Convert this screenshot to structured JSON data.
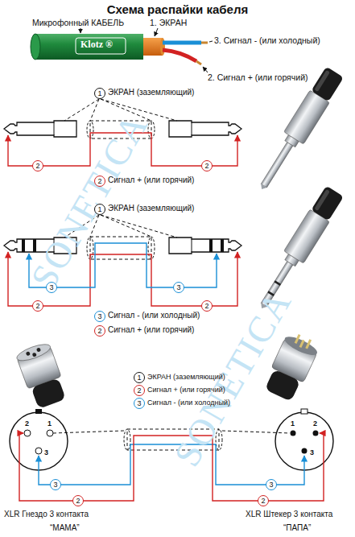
{
  "diagram": {
    "title": "Схема распайки кабеля",
    "labels": [
      "Микрофонный КАБЕЛЬ",
      "1. ЭКРАН",
      "Klotz ®",
      "3. Сигнал - (или холодный)",
      "2. Сигнал + (или горячий)",
      "1",
      "ЭКРАН (заземляющий)",
      "2",
      "2",
      "2",
      "Сигнал + (или горячий)",
      "1",
      "ЭКРАН (заземляющий)",
      "3",
      "3",
      "2",
      "2",
      "3",
      "Сигнал - (или холодный)",
      "2",
      "Сигнал + (или горячий)",
      "1",
      "ЭКРАН (заземляющий)",
      "2",
      "Сигнал + (или горячий)",
      "3",
      "Сигнал - (или холодный)",
      "1",
      "2",
      "3",
      "1",
      "2",
      "3",
      "3",
      "3",
      "2",
      "2",
      "XLR Гнездо 3 контакта",
      "XLR Штекер 3 контакта",
      "“МАМА”",
      "“ПАПА”",
      "SONETICA",
      "SONETICA"
    ]
  }
}
